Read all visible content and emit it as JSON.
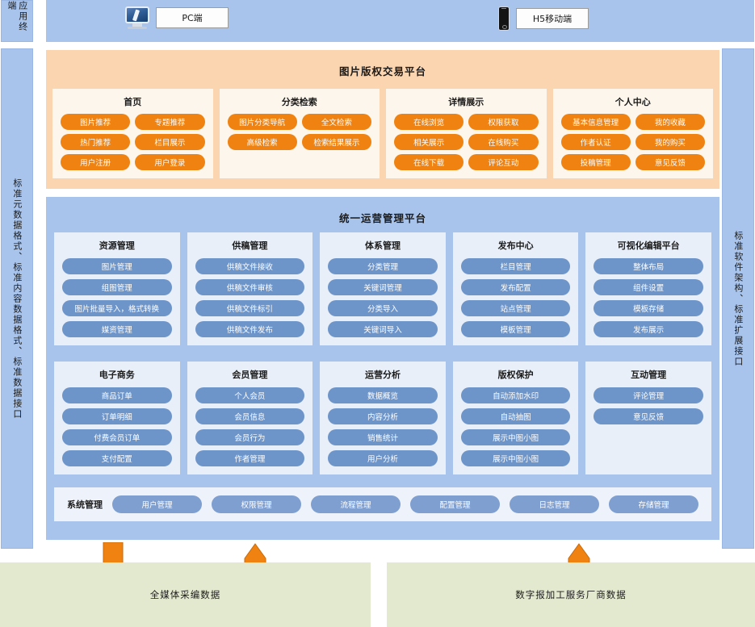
{
  "rails": {
    "app_terminal": "应用终端",
    "left": "标准元数据格式、标准内容数据格式、标准数据接口",
    "right": "标准软件架构、标准扩展接口"
  },
  "terminals": [
    {
      "icon": "desktop-computer-icon",
      "label": "PC端"
    },
    {
      "icon": "mobile-phone-icon",
      "label": "H5移动端"
    }
  ],
  "orange_platform": {
    "title": "图片版权交易平台",
    "accent": "#ef8210",
    "background": "#fbd5b0",
    "cards": [
      {
        "title": "首页",
        "items": [
          "图片推荐",
          "专题推荐",
          "热门推荐",
          "栏目展示",
          "用户注册",
          "用户登录"
        ]
      },
      {
        "title": "分类检索",
        "items": [
          "图片分类导航",
          "全文检索",
          "高级检索",
          "检索结果展示"
        ]
      },
      {
        "title": "详情展示",
        "items": [
          "在线浏览",
          "权限获取",
          "相关展示",
          "在线购买",
          "在线下载",
          "评论互动"
        ]
      },
      {
        "title": "个人中心",
        "items": [
          "基本信息管理",
          "我的收藏",
          "作者认证",
          "我的购买",
          "投稿管理",
          "意见反馈"
        ]
      }
    ]
  },
  "blue_platform": {
    "title": "统一运营管理平台",
    "accent": "#6e95c9",
    "background": "#a8c4ec",
    "row1": [
      {
        "title": "资源管理",
        "items": [
          "图片管理",
          "组图管理",
          "图片批量导入，格式转换",
          "媒资管理"
        ]
      },
      {
        "title": "供稿管理",
        "items": [
          "供稿文件接收",
          "供稿文件审核",
          "供稿文件标引",
          "供稿文件发布"
        ]
      },
      {
        "title": "体系管理",
        "items": [
          "分类管理",
          "关键词管理",
          "分类导入",
          "关键词导入"
        ]
      },
      {
        "title": "发布中心",
        "items": [
          "栏目管理",
          "发布配置",
          "站点管理",
          "模板管理"
        ]
      },
      {
        "title": "可视化编辑平台",
        "items": [
          "整体布局",
          "组件设置",
          "模板存储",
          "发布展示"
        ]
      }
    ],
    "row2": [
      {
        "title": "电子商务",
        "items": [
          "商品订单",
          "订单明细",
          "付费会员订单",
          "支付配置"
        ]
      },
      {
        "title": "会员管理",
        "items": [
          "个人会员",
          "会员信息",
          "会员行为",
          "作者管理"
        ]
      },
      {
        "title": "运营分析",
        "items": [
          "数据概览",
          "内容分析",
          "销售统计",
          "用户分析"
        ]
      },
      {
        "title": "版权保护",
        "items": [
          "自动添加水印",
          "自动抽图",
          "展示中图小图",
          "展示中图小图"
        ]
      },
      {
        "title": "互动管理",
        "items": [
          "评论管理",
          "意见反馈"
        ]
      }
    ],
    "system_bar": {
      "title": "系统管理",
      "items": [
        "用户管理",
        "权限管理",
        "流程管理",
        "配置管理",
        "日志管理",
        "存储管理"
      ]
    }
  },
  "arrows": {
    "color": "#ef8210",
    "count": 3
  },
  "data_sources": [
    {
      "label": "全媒体采编数据"
    },
    {
      "label": "数字报加工服务厂商数据"
    }
  ]
}
